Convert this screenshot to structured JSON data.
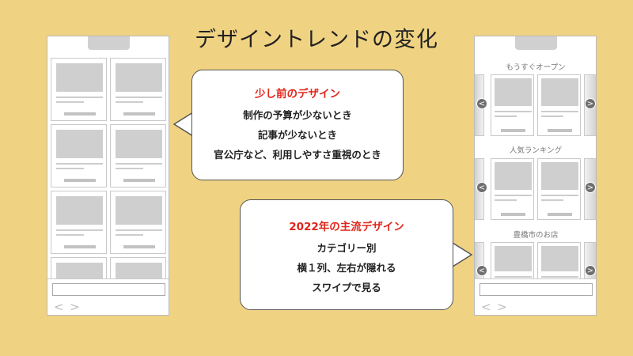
{
  "title": "デザイントレンドの変化",
  "bubble_old": {
    "heading": "少し前のデザイン",
    "lines": [
      "制作の予算が少ないとき",
      "記事が少ないとき",
      "官公庁など、利用しやすさ重視のとき"
    ]
  },
  "bubble_new": {
    "heading": "2022年の主流デザイン",
    "lines": [
      "カテゴリー別",
      "横１列、左右が隠れる",
      "スワイプで見る"
    ]
  },
  "phone_new": {
    "sections": [
      "もうすぐオープン",
      "人気ランキング",
      "豊橋市のお店"
    ]
  },
  "nav_glyphs": {
    "back": "<",
    "forward": ">"
  },
  "carousel_arrows": {
    "left": "<",
    "right": ">"
  },
  "icons": {
    "carousel_left": "chevron-left-icon",
    "carousel_right": "chevron-right-icon",
    "nav_back": "back-arrow-icon",
    "nav_forward": "forward-arrow-icon"
  },
  "colors": {
    "background": "#f0d382",
    "heading_red": "#e0261c",
    "card_gray": "#cfcfcf"
  }
}
